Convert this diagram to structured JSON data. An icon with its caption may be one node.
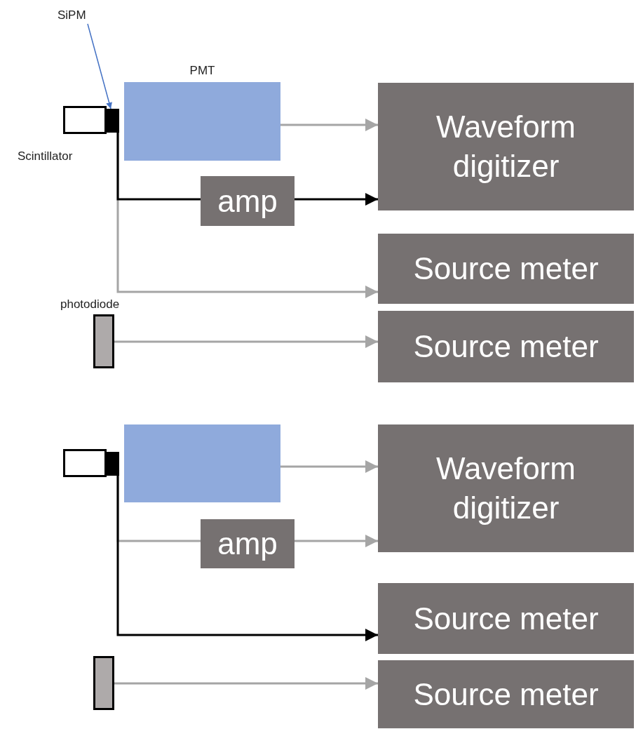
{
  "diagram": {
    "nodes": [
      {
        "text": [
          "SiPM"
        ]
      },
      {
        "text": [],
        "shape": "box",
        "beside": [
          "Scintillator"
        ]
      },
      {
        "text": [],
        "shape": "box"
      },
      {
        "text": [
          "PMT"
        ]
      },
      {
        "text": [
          "amp"
        ]
      },
      {
        "text": [
          "Waveform digitizer"
        ]
      },
      {
        "text": [
          "Source meter"
        ]
      },
      {
        "text": [],
        "shape": "box",
        "beside": [
          "photodiode"
        ]
      },
      {
        "text": [
          "Source meter"
        ]
      },
      {
        "text": [],
        "shape": "box"
      },
      {
        "text": [],
        "shape": "box"
      },
      {
        "text": [],
        "shape": "box"
      },
      {
        "text": [
          "amp"
        ]
      },
      {
        "text": [
          "Waveform digitizer"
        ]
      },
      {
        "text": [
          "Source meter"
        ]
      },
      {
        "text": [],
        "shape": "box"
      },
      {
        "text": [
          "Source meter"
        ]
      }
    ],
    "edges": [
      {
        "from": 0,
        "to": 2,
        "arrow": "to",
        "color": "#4472c4"
      },
      {
        "from": 3,
        "to": 5,
        "arrow": "to"
      },
      {
        "from": 2,
        "to": 4,
        "arrow": "none",
        "color": "#000000"
      },
      {
        "from": 4,
        "to": 5,
        "arrow": "to",
        "color": "#000000"
      },
      {
        "from": 2,
        "to": 6,
        "arrow": "to"
      },
      {
        "from": 7,
        "to": 8,
        "arrow": "to"
      },
      {
        "from": 11,
        "to": 13,
        "arrow": "to"
      },
      {
        "from": 10,
        "to": 12,
        "arrow": "none"
      },
      {
        "from": 12,
        "to": 13,
        "arrow": "to"
      },
      {
        "from": 10,
        "to": 14,
        "arrow": "to",
        "color": "#000000"
      },
      {
        "from": 15,
        "to": 16,
        "arrow": "to"
      }
    ]
  }
}
